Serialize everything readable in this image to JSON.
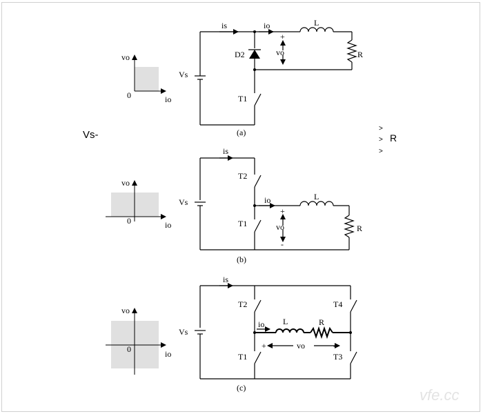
{
  "quadrant_plots": [
    {
      "vlabel": "vo",
      "ilabel": "io",
      "origin": "0"
    },
    {
      "vlabel": "vo",
      "ilabel": "io",
      "origin": "0"
    },
    {
      "vlabel": "vo",
      "ilabel": "io",
      "origin": "0"
    }
  ],
  "circuit_a": {
    "is": "is",
    "io": "io",
    "L": "L",
    "R": "R",
    "D2": "D2",
    "Vs": "Vs",
    "T1": "T1",
    "plus": "+",
    "vo": "vo",
    "minus": "-",
    "caption": "(a)"
  },
  "circuit_b": {
    "is": "is",
    "io": "io",
    "L": "L",
    "R": "R",
    "T2": "T2",
    "T1": "T1",
    "Vs": "Vs",
    "plus": "+",
    "vo": "vo",
    "minus": "-",
    "caption": "(b)"
  },
  "circuit_c": {
    "is": "is",
    "io": "io",
    "L": "L",
    "R": "R",
    "T2": "T2",
    "T4": "T4",
    "T1": "T1",
    "T3": "T3",
    "Vs": "Vs",
    "plus": "+",
    "vo": "vo",
    "minus": "-",
    "caption": "(c)"
  },
  "stray": {
    "vs": "Vs-",
    "arrow1": ">",
    "arrow2": ">",
    "arrow3": ">",
    "r": "R"
  },
  "watermark": "vfe.cc"
}
